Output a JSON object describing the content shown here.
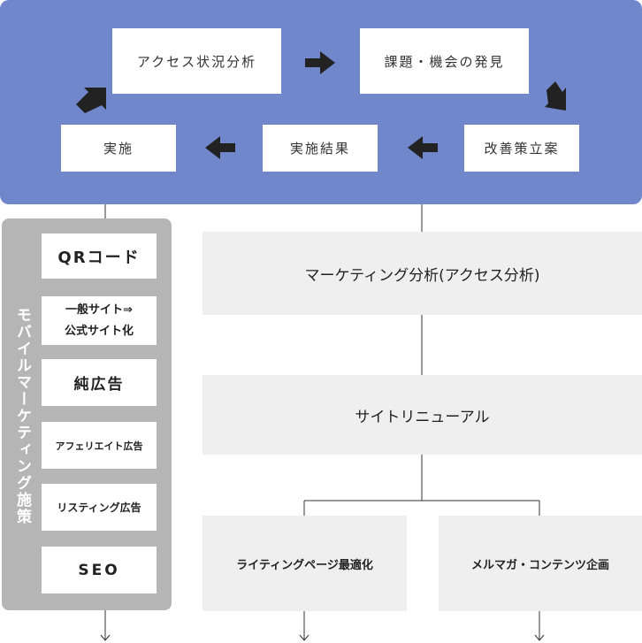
{
  "cycle": {
    "access_analysis": "アクセス状況分析",
    "issue_discovery": "課題・機会の発見",
    "improvement_plan": "改善策立案",
    "implementation_result": "実施結果",
    "implementation": "実施"
  },
  "sidebar": {
    "title": "モバイルマーケティング施策",
    "items": [
      "QRコード",
      "一般サイト⇒",
      "公式サイト化",
      "純広告",
      "アフェリエイト広告",
      "リスティング広告",
      "SEO"
    ]
  },
  "flow": {
    "marketing_analysis": "マーケティング分析(アクセス分析)",
    "site_renewal": "サイトリニューアル",
    "writing_page_optimization": "ライティングページ最適化",
    "mail_magazine_content": "メルマガ・コンテンツ企画"
  },
  "colors": {
    "panel": "#7088cb",
    "sidebar": "#b5b5b5",
    "flow_box": "#efefef",
    "arrow": "#222222"
  }
}
